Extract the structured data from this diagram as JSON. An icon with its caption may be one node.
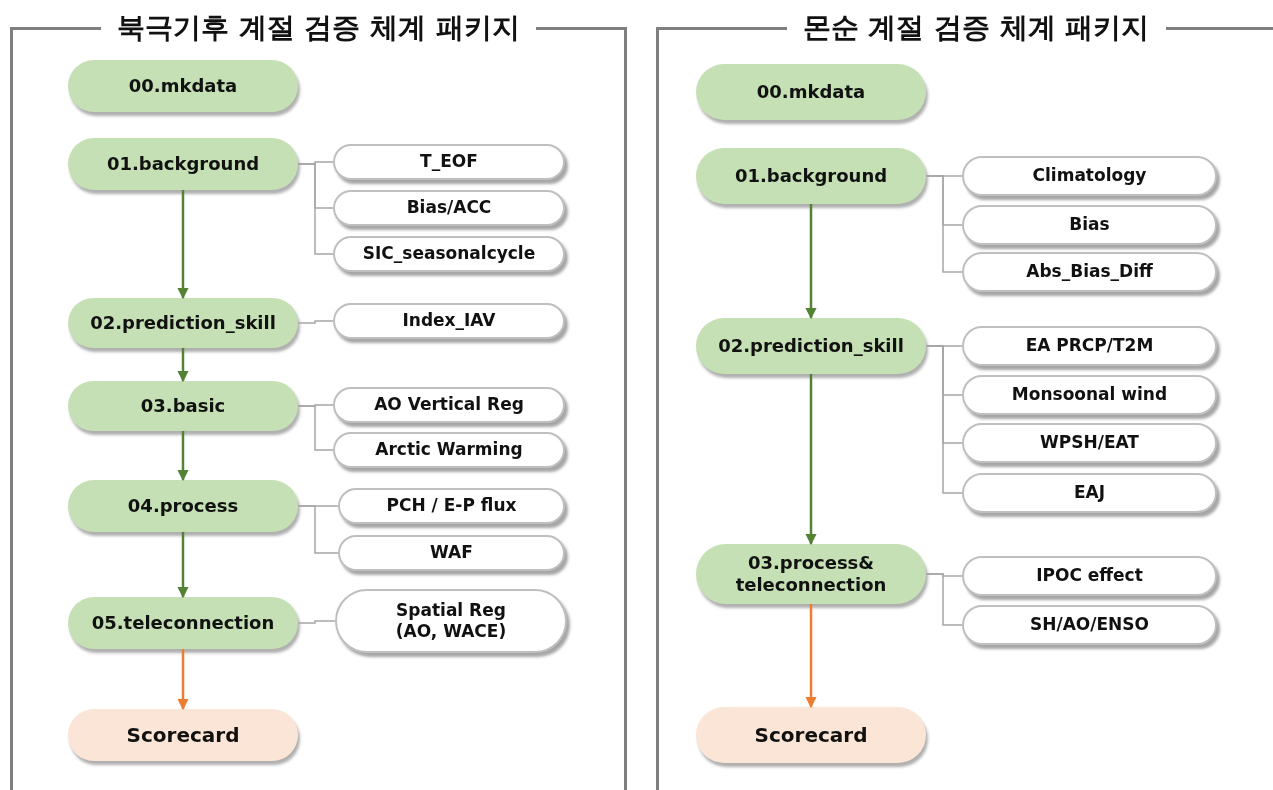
{
  "diagram": {
    "nodes": [
      {
        "text": [
          "북극기후 계절 검증 체계 패키지"
        ]
      },
      {
        "text": [
          "00.mkdata"
        ],
        "in": 0
      },
      {
        "text": [
          "01.background"
        ],
        "in": 0
      },
      {
        "text": [
          "T_EOF"
        ],
        "in": 0
      },
      {
        "text": [
          "Bias/ACC"
        ],
        "in": 0
      },
      {
        "text": [
          "SIC_seasonalcycle"
        ],
        "in": 0
      },
      {
        "text": [
          "02.prediction_skill"
        ],
        "in": 0
      },
      {
        "text": [
          "Index_IAV"
        ],
        "in": 0
      },
      {
        "text": [
          "03.basic"
        ],
        "in": 0
      },
      {
        "text": [
          "AO Vertical Reg"
        ],
        "in": 0
      },
      {
        "text": [
          "Arctic Warming"
        ],
        "in": 0
      },
      {
        "text": [
          "04.process"
        ],
        "in": 0
      },
      {
        "text": [
          "PCH / E-P flux"
        ],
        "in": 0
      },
      {
        "text": [
          "WAF"
        ],
        "in": 0
      },
      {
        "text": [
          "05.teleconnection"
        ],
        "in": 0
      },
      {
        "text": [
          "Spatial Reg (AO, WACE)"
        ],
        "in": 0
      },
      {
        "text": [
          "Scorecard"
        ],
        "in": 0
      },
      {
        "text": [
          "몬순 계절 검증 체계 패키지"
        ]
      },
      {
        "text": [
          "00.mkdata"
        ],
        "in": 17
      },
      {
        "text": [
          "01.background"
        ],
        "in": 17
      },
      {
        "text": [
          "Climatology"
        ],
        "in": 17
      },
      {
        "text": [
          "Bias"
        ],
        "in": 17
      },
      {
        "text": [
          "Abs_Bias_Diff"
        ],
        "in": 17
      },
      {
        "text": [
          "02.prediction_skill"
        ],
        "in": 17
      },
      {
        "text": [
          "EA PRCP/T2M"
        ],
        "in": 17
      },
      {
        "text": [
          "Monsoonal wind"
        ],
        "in": 17
      },
      {
        "text": [
          "WPSH/EAT"
        ],
        "in": 17
      },
      {
        "text": [
          "EAJ"
        ],
        "in": 17
      },
      {
        "text": [
          "03.process& teleconnection"
        ],
        "in": 17
      },
      {
        "text": [
          "IPOC effect"
        ],
        "in": 17
      },
      {
        "text": [
          "SH/AO/ENSO"
        ],
        "in": 17
      },
      {
        "text": [
          "Scorecard"
        ],
        "in": 17
      }
    ],
    "edges": [
      {
        "from": 2,
        "to": 6,
        "arrow": "to",
        "color": "#548235"
      },
      {
        "from": 6,
        "to": 8,
        "arrow": "to",
        "color": "#548235"
      },
      {
        "from": 8,
        "to": 11,
        "arrow": "to",
        "color": "#548235"
      },
      {
        "from": 11,
        "to": 14,
        "arrow": "to",
        "color": "#548235"
      },
      {
        "from": 14,
        "to": 16,
        "arrow": "to",
        "color": "#ed7d31"
      },
      {
        "from": 2,
        "to": 3,
        "arrow": "none"
      },
      {
        "from": 2,
        "to": 4,
        "arrow": "none"
      },
      {
        "from": 2,
        "to": 5,
        "arrow": "none"
      },
      {
        "from": 6,
        "to": 7,
        "arrow": "none"
      },
      {
        "from": 8,
        "to": 9,
        "arrow": "none"
      },
      {
        "from": 8,
        "to": 10,
        "arrow": "none"
      },
      {
        "from": 11,
        "to": 12,
        "arrow": "none"
      },
      {
        "from": 11,
        "to": 13,
        "arrow": "none"
      },
      {
        "from": 14,
        "to": 15,
        "arrow": "none"
      },
      {
        "from": 19,
        "to": 23,
        "arrow": "to",
        "color": "#548235"
      },
      {
        "from": 23,
        "to": 28,
        "arrow": "to",
        "color": "#548235"
      },
      {
        "from": 28,
        "to": 31,
        "arrow": "to",
        "color": "#ed7d31"
      },
      {
        "from": 19,
        "to": 20,
        "arrow": "none"
      },
      {
        "from": 19,
        "to": 21,
        "arrow": "none"
      },
      {
        "from": 19,
        "to": 22,
        "arrow": "none"
      },
      {
        "from": 23,
        "to": 24,
        "arrow": "none"
      },
      {
        "from": 23,
        "to": 25,
        "arrow": "none"
      },
      {
        "from": 23,
        "to": 26,
        "arrow": "none"
      },
      {
        "from": 23,
        "to": 27,
        "arrow": "none"
      },
      {
        "from": 28,
        "to": 29,
        "arrow": "none"
      },
      {
        "from": 28,
        "to": 30,
        "arrow": "none"
      }
    ]
  }
}
